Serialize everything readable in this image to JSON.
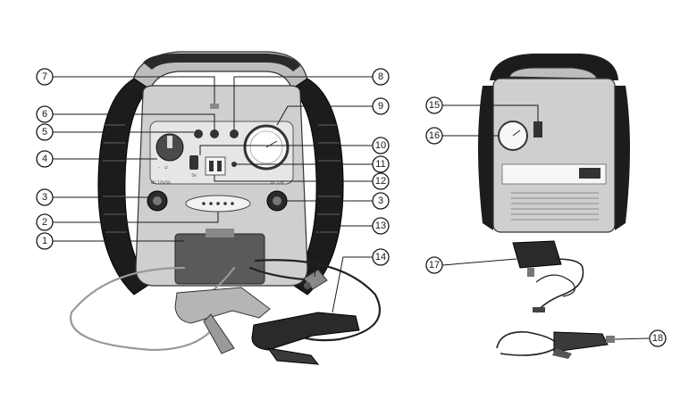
{
  "callouts": [
    "1",
    "2",
    "3",
    "4",
    "5",
    "6",
    "7",
    "8",
    "9",
    "10",
    "11",
    "12",
    "13",
    "14",
    "15",
    "16",
    "17",
    "18"
  ],
  "panel_labels": {
    "left_socket": "DC 12V/5A",
    "right_socket": "DC 12V",
    "usb": "5V",
    "dial_minus": "–",
    "dial_power": "⏻"
  },
  "colors": {
    "line": "#1a1a1a",
    "housing": "#cfcfcf",
    "rubber": "#1c1c1c",
    "panel": "#e6e6e6"
  }
}
